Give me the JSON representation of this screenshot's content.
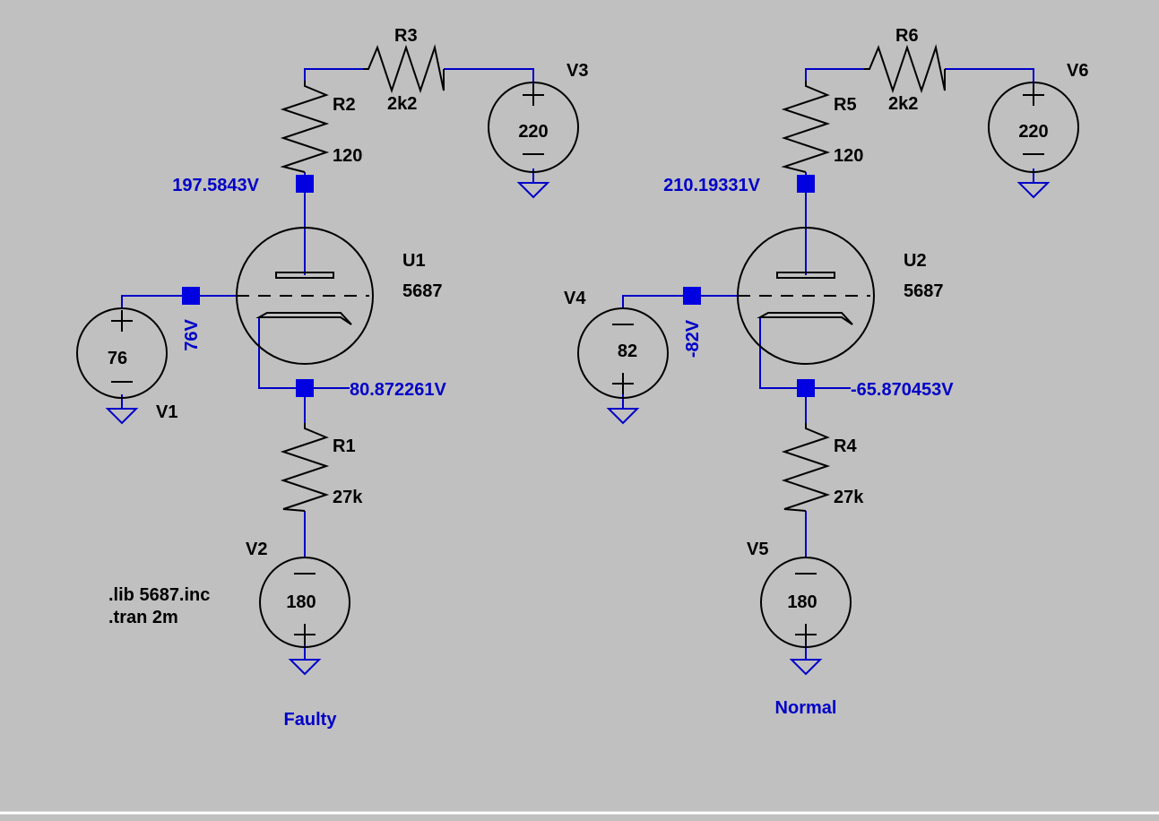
{
  "colors": {
    "background": "#c0c0c0",
    "wire": "#0000c8",
    "component": "#000000",
    "node_label": "#0000c8"
  },
  "circuits": [
    {
      "caption": "Faulty",
      "tube": {
        "name": "U1",
        "value": "5687"
      },
      "r_plate": {
        "name": "R2",
        "value": "120"
      },
      "r_series": {
        "name": "R3",
        "value": "2k2"
      },
      "r_cathode": {
        "name": "R1",
        "value": "27k"
      },
      "v_supply": {
        "name": "V3",
        "value": "220"
      },
      "v_grid": {
        "name": "V1",
        "value": "76"
      },
      "v_cathode": {
        "name": "V2",
        "value": "180"
      },
      "plate_voltage": "197.5843V",
      "grid_voltage": "76V",
      "cathode_voltage": "80.872261V"
    },
    {
      "caption": "Normal",
      "tube": {
        "name": "U2",
        "value": "5687"
      },
      "r_plate": {
        "name": "R5",
        "value": "120"
      },
      "r_series": {
        "name": "R6",
        "value": "2k2"
      },
      "r_cathode": {
        "name": "R4",
        "value": "27k"
      },
      "v_supply": {
        "name": "V6",
        "value": "220"
      },
      "v_grid": {
        "name": "V4",
        "value": "82"
      },
      "v_cathode": {
        "name": "V5",
        "value": "180"
      },
      "plate_voltage": "210.19331V",
      "grid_voltage": "-82V",
      "cathode_voltage": "-65.870453V"
    }
  ],
  "directives": [
    ".lib 5687.inc",
    ".tran 2m"
  ]
}
